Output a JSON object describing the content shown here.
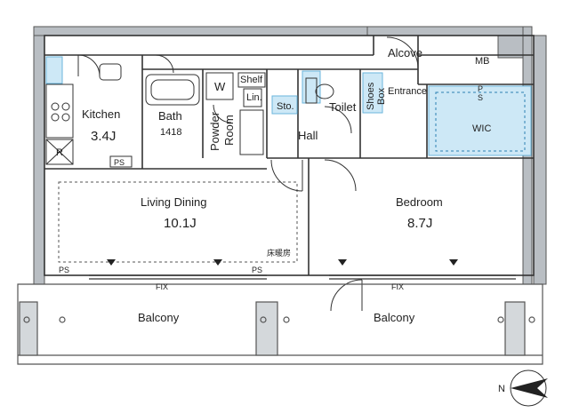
{
  "rooms": {
    "kitchen": {
      "name": "Kitchen",
      "size": "3.4J"
    },
    "bath": {
      "name": "Bath",
      "size": "1418"
    },
    "powder_room": {
      "line1": "Powder",
      "line2": "Room"
    },
    "washer": "W",
    "shelf": "Shelf",
    "linen": "Lin.",
    "storage": "Sto.",
    "toilet": "Toilet",
    "hall": "Hall",
    "shoes_box": {
      "line1": "Shoes",
      "line2": "Box"
    },
    "entrance": "Entrance",
    "alcove": "Alcove",
    "meter_box": "MB",
    "wic": "WIC",
    "refrigerator": "R",
    "living_dining": {
      "name": "Living Dining",
      "size": "10.1J",
      "floor_heating": "床暖房"
    },
    "bedroom": {
      "name": "Bedroom",
      "size": "8.7J"
    },
    "balcony_left": "Balcony",
    "balcony_right": "Balcony"
  },
  "markers": {
    "ps": "PS",
    "ps_wic_1": "P",
    "ps_wic_2": "S",
    "fix": "FIX"
  },
  "compass": {
    "label": "N"
  },
  "colors": {
    "wall": "#9aa0a6",
    "wall_dark": "#555555",
    "line": "#333333",
    "wet_area": "#cde8f6",
    "wet_stroke": "#6bb6dc"
  }
}
